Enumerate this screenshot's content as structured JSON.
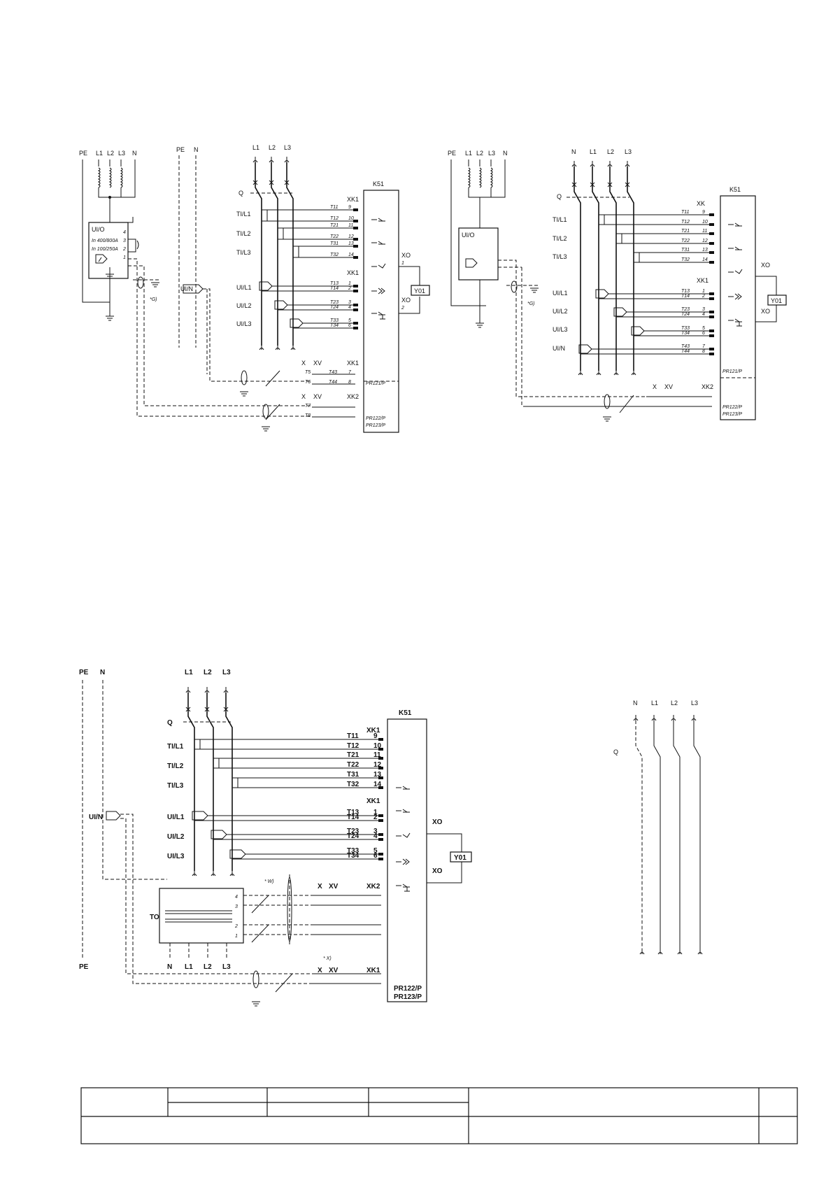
{
  "diagram_tl": {
    "bus_pe": "PE",
    "bus_l1": "L1",
    "bus_l2": "L2",
    "bus_l3": "L3",
    "bus_n": "N",
    "pe2": "PE",
    "n2": "N",
    "mains_l1": "L1",
    "mains_l2": "L2",
    "mains_l3": "L3",
    "uio": "UI/O",
    "uio_pin4": "4",
    "uio_pin3": "3",
    "uio_pin2": "2",
    "uio_pin1": "1",
    "uio_in1": "In 400/800A",
    "uio_in2": "In 100/250A",
    "note_g": "*G)",
    "q": "Q",
    "k51": "K51",
    "til1": "TI/L1",
    "til2": "TI/L2",
    "til3": "TI/L3",
    "uil1": "UI/L1",
    "uil2": "UI/L2",
    "uil3": "UI/L3",
    "uin": "UI/N",
    "xk1_a": "XK1",
    "xk1_b": "XK1",
    "xk1_c": "XK1",
    "xk2": "XK2",
    "x_a": "X",
    "xv_a": "XV",
    "x_b": "X",
    "xv_b": "XV",
    "xo1": "XO",
    "xo2": "XO",
    "yo1": "Y01",
    "rows_top": [
      {
        "t": "T11",
        "n": "9"
      },
      {
        "t": "T12",
        "n": "10"
      },
      {
        "t": "T21",
        "n": "11"
      },
      {
        "t": "T22",
        "n": "12"
      },
      {
        "t": "T31",
        "n": "13"
      },
      {
        "t": "T32",
        "n": "14"
      }
    ],
    "rows_mid": [
      {
        "t": "T13",
        "n": "1"
      },
      {
        "t": "T14",
        "n": "2"
      },
      {
        "t": "T23",
        "n": "3"
      },
      {
        "t": "T24",
        "n": "4"
      },
      {
        "t": "T33",
        "n": "5"
      },
      {
        "t": "T34",
        "n": "6"
      }
    ],
    "pr121": "PR121/P",
    "pr122": "PR122/P",
    "pr123": "PR123/P",
    "t43": "T43",
    "t44": "T44",
    "t5": "T5",
    "t6": "T6",
    "t7": "T7",
    "t8": "T8",
    "pin7": "7",
    "pin8": "8",
    "pin1": "1",
    "pin2": "2"
  },
  "diagram_tr": {
    "bus_pe": "PE",
    "bus_l1": "L1",
    "bus_l2": "L2",
    "bus_l3": "L3",
    "bus_n": "N",
    "mains_n": "N",
    "mains_l1": "L1",
    "mains_l2": "L2",
    "mains_l3": "L3",
    "uio": "UI/O",
    "note_g": "*G)",
    "q": "Q",
    "k51": "K51",
    "xk": "XK",
    "til1": "TI/L1",
    "til2": "TI/L2",
    "til3": "TI/L3",
    "uil1": "UI/L1",
    "uil2": "UI/L2",
    "uil3": "UI/L3",
    "uin": "UI/N",
    "xk1": "XK1",
    "xk2": "XK2",
    "x": "X",
    "xv": "XV",
    "xo1": "XO",
    "xo2": "XO",
    "yo1": "Y01",
    "rows_mid": [
      {
        "t": "T13",
        "n": "1"
      },
      {
        "t": "T14",
        "n": "2"
      },
      {
        "t": "T23",
        "n": "3"
      },
      {
        "t": "T24",
        "n": "4"
      },
      {
        "t": "T33",
        "n": "5"
      },
      {
        "t": "T34",
        "n": "6"
      },
      {
        "t": "T43",
        "n": "7"
      },
      {
        "t": "T44",
        "n": "8"
      }
    ],
    "pr121": "PR121/P",
    "pr122": "PR122/P",
    "pr123": "PR123/P"
  },
  "diagram_bl": {
    "pe": "PE",
    "n": "N",
    "pe_bottom": "PE",
    "l1": "L1",
    "l2": "L2",
    "l3": "L3",
    "q": "Q",
    "k51": "K51",
    "til1": "TI/L1",
    "til2": "TI/L2",
    "til3": "TI/L3",
    "uil1": "UI/L1",
    "uil2": "UI/L2",
    "uil3": "UI/L3",
    "uin": "UI/N",
    "xk1_a": "XK1",
    "xk1_b": "XK1",
    "xk1_c": "XK1",
    "xk2": "XK2",
    "xo1": "XO",
    "xo2": "XO",
    "yo1": "Y01",
    "to": "TO",
    "note_w": "* W)",
    "note_x": "* X)",
    "to_n": "N",
    "to_l1": "L1",
    "to_l2": "L2",
    "to_l3": "L3",
    "pr122": "PR122/P",
    "pr123": "PR123/P",
    "x": "X",
    "xv": "XV",
    "x2": "X",
    "xv2": "XV"
  },
  "diagram_br": {
    "n": "N",
    "l1": "L1",
    "l2": "L2",
    "l3": "L3",
    "q": "Q"
  },
  "title_block": {
    "cells": []
  }
}
